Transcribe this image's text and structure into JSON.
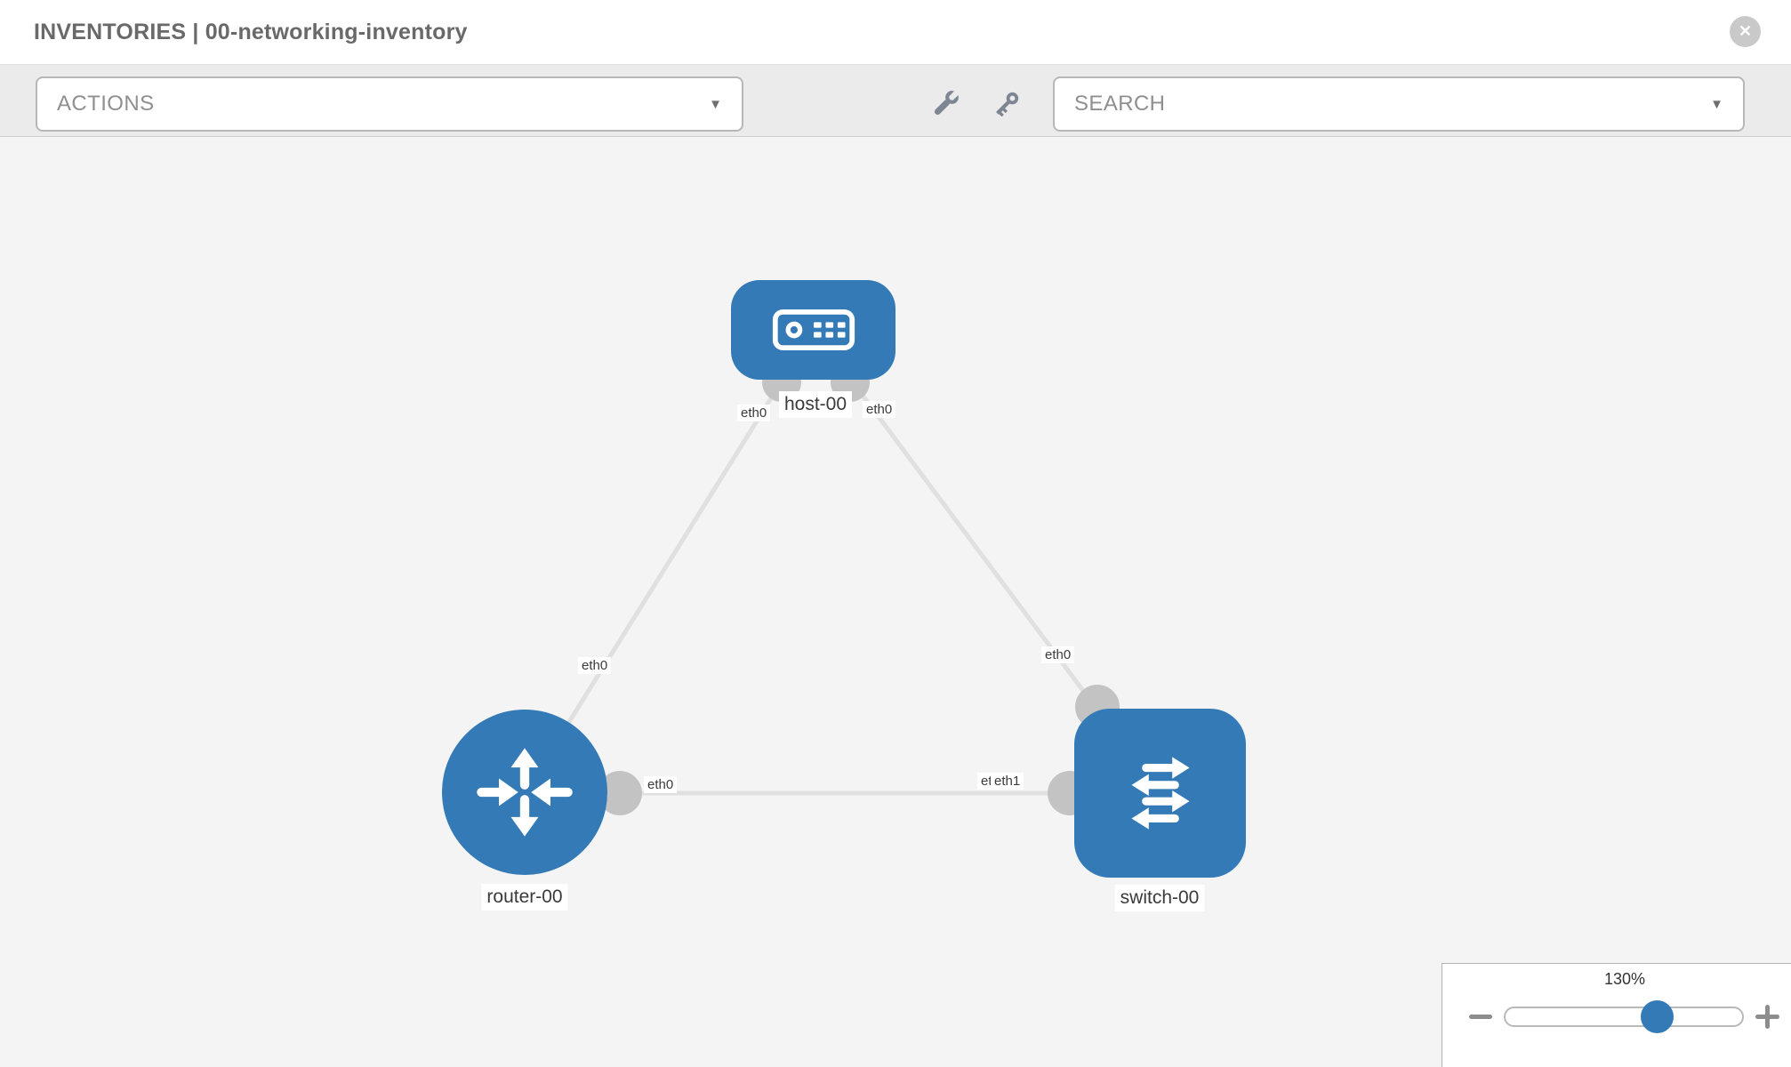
{
  "header": {
    "title": "INVENTORIES | 00-networking-inventory"
  },
  "icons": {
    "close": "✕",
    "caret_down": "▼",
    "wrench": "wrench-icon",
    "key": "key-icon",
    "minus": "−",
    "plus": "+"
  },
  "toolbar": {
    "actions_dropdown": {
      "label": "ACTIONS"
    },
    "search_dropdown": {
      "label": "SEARCH"
    }
  },
  "topology": {
    "nodes": [
      {
        "id": "host-00",
        "type": "host",
        "label": "host-00"
      },
      {
        "id": "router-00",
        "type": "router",
        "label": "router-00"
      },
      {
        "id": "switch-00",
        "type": "switch",
        "label": "switch-00"
      }
    ],
    "links": [
      {
        "from": "host-00",
        "from_interface": "eth0",
        "to": "router-00",
        "to_interface": "eth0"
      },
      {
        "from": "host-00",
        "from_interface": "eth0",
        "to": "switch-00",
        "to_interface": "eth0"
      },
      {
        "from": "router-00",
        "from_interface": "eth0",
        "to": "switch-00",
        "to_interface": "eth1"
      }
    ],
    "interface_labels": [
      {
        "id": "host-eth0-to-router",
        "text": "eth0"
      },
      {
        "id": "host-eth0-to-switch",
        "text": "eth0"
      },
      {
        "id": "router-eth0-to-host",
        "text": "eth0"
      },
      {
        "id": "router-eth0-to-switch",
        "text": "eth0"
      },
      {
        "id": "switch-eth0-to-host",
        "text": "eth0"
      },
      {
        "id": "switch-eth0-overlapped",
        "text": "eth0"
      },
      {
        "id": "switch-eth1-to-router",
        "text": "eth1"
      }
    ]
  },
  "zoom_control": {
    "level": "130%"
  },
  "colors": {
    "node_blue": "#337ab7",
    "link_gray": "#e0e0e0",
    "connector_gray": "#c3c3c3",
    "toolbar_bg": "#ebebeb",
    "canvas_bg": "#f4f4f4",
    "label_text": "#3a3a3a",
    "title_text": "#696969"
  }
}
